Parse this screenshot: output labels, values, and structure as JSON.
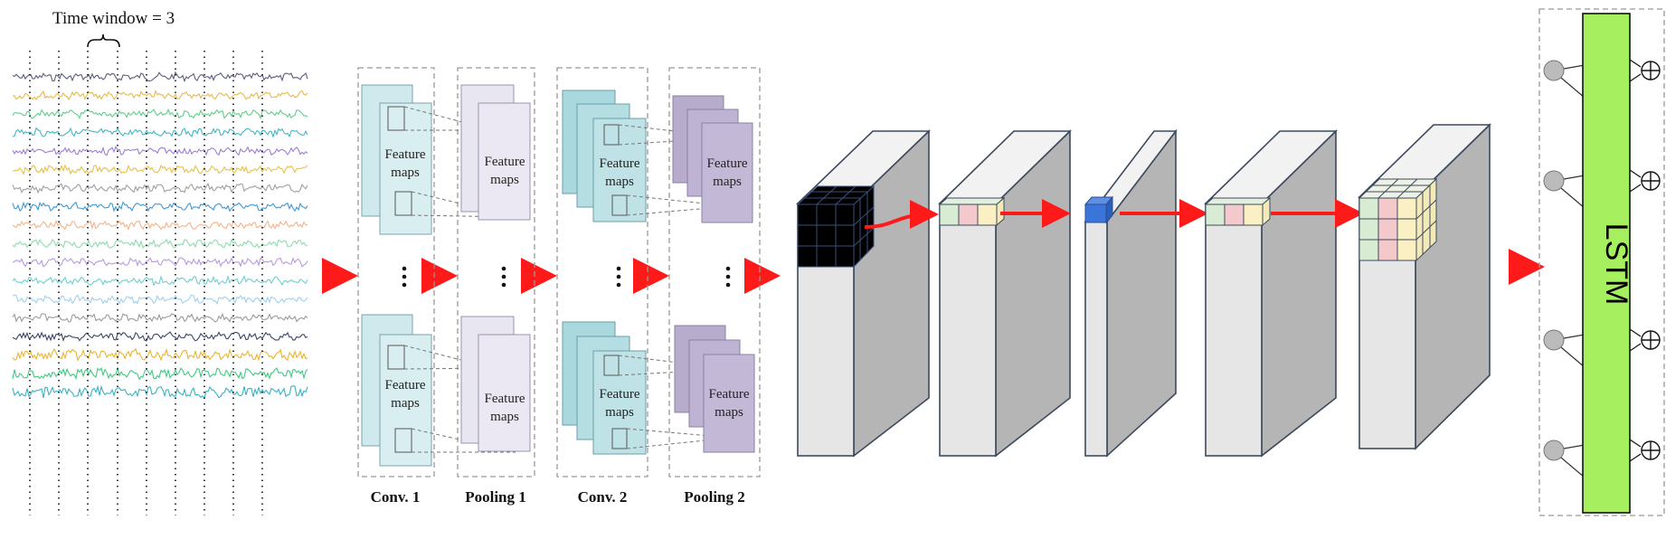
{
  "title": "Time window = 3",
  "feature_map_label_line1": "Feature",
  "feature_map_label_line2": "maps",
  "stages": [
    {
      "label": "Conv. 1"
    },
    {
      "label": "Pooling 1"
    },
    {
      "label": "Conv. 2"
    },
    {
      "label": "Pooling 2"
    }
  ],
  "lstm_label": "LSTM",
  "signal_colors": [
    "#5b5f7a",
    "#e8b94a",
    "#5fcf8a",
    "#40b7c9",
    "#9b7fd4",
    "#e6c24a",
    "#a0a0a0",
    "#3f99d6",
    "#f3b38a",
    "#8fdcae",
    "#b59be0",
    "#6ccfd0",
    "#9fd0ee",
    "#9a9a9a",
    "#3c4666",
    "#e9b530",
    "#3ec980",
    "#39b3c4"
  ],
  "colors": {
    "arrow": "#ff1a1a",
    "conv_maps": "#cfe9ec",
    "pool1_maps": "#e8e6f0",
    "conv2_maps": "#a9d9de",
    "pool2_maps": "#b8accd",
    "block_face": "#e6e6e6",
    "block_side": "#b5b5b5",
    "block_top": "#f2f2f2",
    "lstm_fill": "#a6ef5e",
    "cell_green": "#d8ecd4",
    "cell_pink": "#f3c9cc",
    "cell_yellow": "#fbf0c4",
    "cell_blue": "#3b75d9",
    "node": "#bbbbbb"
  }
}
